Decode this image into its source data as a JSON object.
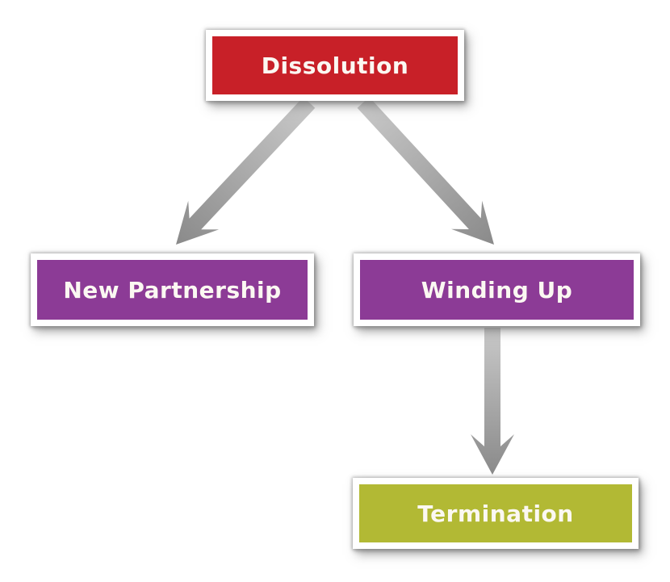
{
  "diagram": {
    "nodes": [
      {
        "id": "dissolution",
        "label": "Dissolution",
        "color": "#C82028"
      },
      {
        "id": "new-partnership",
        "label": "New Partnership",
        "color": "#8C3B96"
      },
      {
        "id": "winding-up",
        "label": "Winding Up",
        "color": "#8C3B96"
      },
      {
        "id": "termination",
        "label": "Termination",
        "color": "#B2B934"
      }
    ],
    "edges": [
      {
        "from": "dissolution",
        "to": "new-partnership"
      },
      {
        "from": "dissolution",
        "to": "winding-up"
      },
      {
        "from": "winding-up",
        "to": "termination"
      }
    ],
    "arrow": {
      "gradient_start": "#C9C9C9",
      "gradient_end": "#8A8A8A"
    },
    "text_color": "#FBF8F2",
    "frame_color": "#FFFFFF",
    "background_color": "#FFFFFF"
  }
}
